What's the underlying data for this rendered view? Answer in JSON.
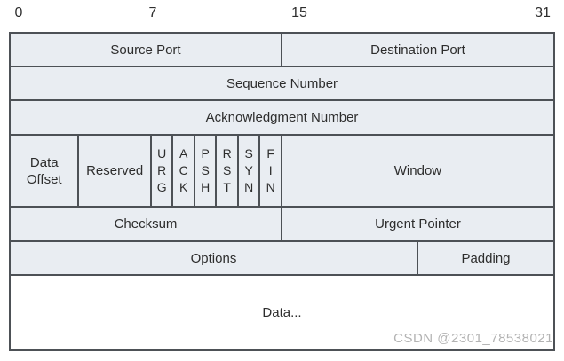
{
  "bit_scale": [
    "0",
    "7",
    "15",
    "31"
  ],
  "fields": {
    "source_port": "Source Port",
    "destination_port": "Destination Port",
    "sequence_number": "Sequence Number",
    "acknowledgment_number": "Acknowledgment Number",
    "data_offset": "Data\nOffset",
    "reserved": "Reserved",
    "flags": [
      "U\nR\nG",
      "A\nC\nK",
      "P\nS\nH",
      "R\nS\nT",
      "S\nY\nN",
      "F\nI\nN"
    ],
    "window": "Window",
    "checksum": "Checksum",
    "urgent_pointer": "Urgent Pointer",
    "options": "Options",
    "padding": "Padding",
    "data": "Data..."
  },
  "watermark": "CSDN @2301_78538021",
  "colors": {
    "cell_fill": "#e9edf2",
    "border": "#4d5156",
    "text": "#2d2d2d",
    "watermark": "#b3b3b3"
  }
}
